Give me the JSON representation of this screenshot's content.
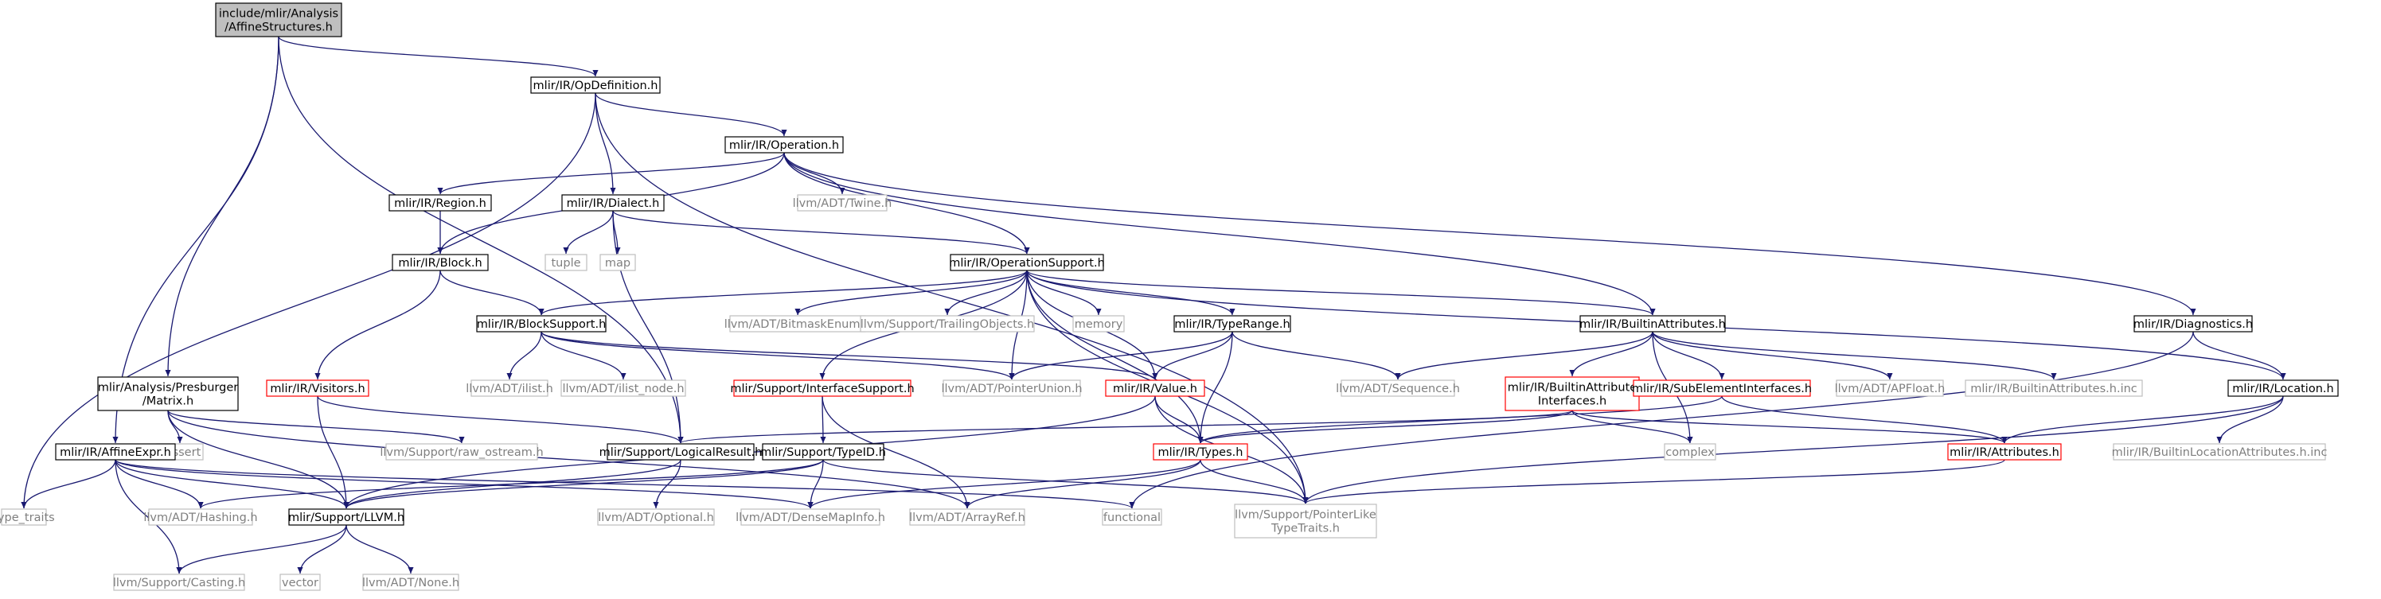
{
  "colors": {
    "edge": "#191970",
    "node_border": "#000000",
    "node_text": "#000000",
    "root_fill": "#bfbfbf",
    "missing_border": "#bfbfbf",
    "missing_text": "#7f7f7f",
    "truncated_border": "#ff0000"
  },
  "nodes": [
    {
      "id": "root",
      "lines": [
        "include/mlir/Analysis",
        "/AffineStructures.h"
      ],
      "style": "root"
    },
    {
      "id": "opdef",
      "lines": [
        "mlir/IR/OpDefinition.h"
      ],
      "style": "normal"
    },
    {
      "id": "operation",
      "lines": [
        "mlir/IR/Operation.h"
      ],
      "style": "normal"
    },
    {
      "id": "twine",
      "lines": [
        "llvm/ADT/Twine.h"
      ],
      "style": "missing"
    },
    {
      "id": "region",
      "lines": [
        "mlir/IR/Region.h"
      ],
      "style": "normal"
    },
    {
      "id": "dialect",
      "lines": [
        "mlir/IR/Dialect.h"
      ],
      "style": "normal"
    },
    {
      "id": "tuple",
      "lines": [
        "tuple"
      ],
      "style": "missing"
    },
    {
      "id": "map",
      "lines": [
        "map"
      ],
      "style": "missing"
    },
    {
      "id": "block",
      "lines": [
        "mlir/IR/Block.h"
      ],
      "style": "normal"
    },
    {
      "id": "opsupport",
      "lines": [
        "mlir/IR/OperationSupport.h"
      ],
      "style": "normal"
    },
    {
      "id": "blocksupport",
      "lines": [
        "mlir/IR/BlockSupport.h"
      ],
      "style": "normal"
    },
    {
      "id": "bitmask",
      "lines": [
        "llvm/ADT/BitmaskEnum.h"
      ],
      "style": "missing"
    },
    {
      "id": "trailing",
      "lines": [
        "llvm/Support/TrailingObjects.h"
      ],
      "style": "missing"
    },
    {
      "id": "memory",
      "lines": [
        "memory"
      ],
      "style": "missing"
    },
    {
      "id": "typerange",
      "lines": [
        "mlir/IR/TypeRange.h"
      ],
      "style": "normal"
    },
    {
      "id": "builtinattrs",
      "lines": [
        "mlir/IR/BuiltinAttributes.h"
      ],
      "style": "normal"
    },
    {
      "id": "diagnostics",
      "lines": [
        "mlir/IR/Diagnostics.h"
      ],
      "style": "normal"
    },
    {
      "id": "presburger",
      "lines": [
        "mlir/Analysis/Presburger",
        "/Matrix.h"
      ],
      "style": "normal"
    },
    {
      "id": "visitors",
      "lines": [
        "mlir/IR/Visitors.h"
      ],
      "style": "truncated"
    },
    {
      "id": "ilist",
      "lines": [
        "llvm/ADT/ilist.h"
      ],
      "style": "missing"
    },
    {
      "id": "ilistnode",
      "lines": [
        "llvm/ADT/ilist_node.h"
      ],
      "style": "missing"
    },
    {
      "id": "ifacesupport",
      "lines": [
        "mlir/Support/InterfaceSupport.h"
      ],
      "style": "truncated"
    },
    {
      "id": "ptrunion",
      "lines": [
        "llvm/ADT/PointerUnion.h"
      ],
      "style": "missing"
    },
    {
      "id": "value",
      "lines": [
        "mlir/IR/Value.h"
      ],
      "style": "truncated"
    },
    {
      "id": "sequence",
      "lines": [
        "llvm/ADT/Sequence.h"
      ],
      "style": "missing"
    },
    {
      "id": "builtinattrifaces",
      "lines": [
        "mlir/IR/BuiltinAttribute",
        "Interfaces.h"
      ],
      "style": "truncated"
    },
    {
      "id": "subelem",
      "lines": [
        "mlir/IR/SubElementInterfaces.h"
      ],
      "style": "truncated"
    },
    {
      "id": "apfloat",
      "lines": [
        "llvm/ADT/APFloat.h"
      ],
      "style": "missing"
    },
    {
      "id": "builtinattrsinc",
      "lines": [
        "mlir/IR/BuiltinAttributes.h.inc"
      ],
      "style": "missing"
    },
    {
      "id": "location",
      "lines": [
        "mlir/IR/Location.h"
      ],
      "style": "normal"
    },
    {
      "id": "cassert",
      "lines": [
        "cassert"
      ],
      "style": "missing"
    },
    {
      "id": "rawostream",
      "lines": [
        "llvm/Support/raw_ostream.h"
      ],
      "style": "missing"
    },
    {
      "id": "logicalresult",
      "lines": [
        "mlir/Support/LogicalResult.h"
      ],
      "style": "normal"
    },
    {
      "id": "typeid",
      "lines": [
        "mlir/Support/TypeID.h"
      ],
      "style": "normal"
    },
    {
      "id": "types",
      "lines": [
        "mlir/IR/Types.h"
      ],
      "style": "truncated"
    },
    {
      "id": "complex",
      "lines": [
        "complex"
      ],
      "style": "missing"
    },
    {
      "id": "attributes",
      "lines": [
        "mlir/IR/Attributes.h"
      ],
      "style": "truncated"
    },
    {
      "id": "builtinlocinc",
      "lines": [
        "mlir/IR/BuiltinLocationAttributes.h.inc"
      ],
      "style": "missing"
    },
    {
      "id": "affineexpr",
      "lines": [
        "mlir/IR/AffineExpr.h"
      ],
      "style": "normal"
    },
    {
      "id": "typetraits",
      "lines": [
        "type_traits"
      ],
      "style": "missing"
    },
    {
      "id": "hashing",
      "lines": [
        "llvm/ADT/Hashing.h"
      ],
      "style": "missing"
    },
    {
      "id": "llvm",
      "lines": [
        "mlir/Support/LLVM.h"
      ],
      "style": "normal"
    },
    {
      "id": "optional",
      "lines": [
        "llvm/ADT/Optional.h"
      ],
      "style": "missing"
    },
    {
      "id": "densemapinfo",
      "lines": [
        "llvm/ADT/DenseMapInfo.h"
      ],
      "style": "missing"
    },
    {
      "id": "arrayref",
      "lines": [
        "llvm/ADT/ArrayRef.h"
      ],
      "style": "missing"
    },
    {
      "id": "functional",
      "lines": [
        "functional"
      ],
      "style": "missing"
    },
    {
      "id": "ptrliketypetraits",
      "lines": [
        "llvm/Support/PointerLike",
        "TypeTraits.h"
      ],
      "style": "missing"
    },
    {
      "id": "casting",
      "lines": [
        "llvm/Support/Casting.h"
      ],
      "style": "missing"
    },
    {
      "id": "vector",
      "lines": [
        "vector"
      ],
      "style": "missing"
    },
    {
      "id": "none",
      "lines": [
        "llvm/ADT/None.h"
      ],
      "style": "missing"
    }
  ],
  "edges": [
    [
      "root",
      "opdef"
    ],
    [
      "root",
      "presburger"
    ],
    [
      "root",
      "affineexpr"
    ],
    [
      "root",
      "logicalresult"
    ],
    [
      "opdef",
      "operation"
    ],
    [
      "opdef",
      "dialect"
    ],
    [
      "opdef",
      "typetraits"
    ],
    [
      "opdef",
      "ptrliketypetraits"
    ],
    [
      "operation",
      "region"
    ],
    [
      "operation",
      "block"
    ],
    [
      "operation",
      "twine"
    ],
    [
      "operation",
      "opsupport"
    ],
    [
      "operation",
      "builtinattrs"
    ],
    [
      "operation",
      "diagnostics"
    ],
    [
      "region",
      "block"
    ],
    [
      "dialect",
      "tuple"
    ],
    [
      "dialect",
      "map"
    ],
    [
      "dialect",
      "opsupport"
    ],
    [
      "dialect",
      "logicalresult"
    ],
    [
      "block",
      "blocksupport"
    ],
    [
      "block",
      "visitors"
    ],
    [
      "opsupport",
      "blocksupport"
    ],
    [
      "opsupport",
      "bitmask"
    ],
    [
      "opsupport",
      "trailing"
    ],
    [
      "opsupport",
      "memory"
    ],
    [
      "opsupport",
      "typerange"
    ],
    [
      "opsupport",
      "builtinattrs"
    ],
    [
      "opsupport",
      "location"
    ],
    [
      "opsupport",
      "ifacesupport"
    ],
    [
      "opsupport",
      "ptrunion"
    ],
    [
      "opsupport",
      "value"
    ],
    [
      "opsupport",
      "types"
    ],
    [
      "opsupport",
      "ptrliketypetraits"
    ],
    [
      "blocksupport",
      "ilist"
    ],
    [
      "blocksupport",
      "ilistnode"
    ],
    [
      "blocksupport",
      "ptrunion"
    ],
    [
      "blocksupport",
      "value"
    ],
    [
      "typerange",
      "ptrunion"
    ],
    [
      "typerange",
      "value"
    ],
    [
      "typerange",
      "types"
    ],
    [
      "typerange",
      "sequence"
    ],
    [
      "builtinattrs",
      "sequence"
    ],
    [
      "builtinattrs",
      "builtinattrifaces"
    ],
    [
      "builtinattrs",
      "subelem"
    ],
    [
      "builtinattrs",
      "apfloat"
    ],
    [
      "builtinattrs",
      "builtinattrsinc"
    ],
    [
      "builtinattrs",
      "complex"
    ],
    [
      "diagnostics",
      "location"
    ],
    [
      "diagnostics",
      "functional"
    ],
    [
      "presburger",
      "cassert"
    ],
    [
      "presburger",
      "rawostream"
    ],
    [
      "presburger",
      "llvm"
    ],
    [
      "presburger",
      "arrayref"
    ],
    [
      "visitors",
      "llvm"
    ],
    [
      "visitors",
      "logicalresult"
    ],
    [
      "ifacesupport",
      "typeid"
    ],
    [
      "ifacesupport",
      "arrayref"
    ],
    [
      "value",
      "types"
    ],
    [
      "value",
      "llvm"
    ],
    [
      "value",
      "ptrliketypetraits"
    ],
    [
      "builtinattrifaces",
      "types"
    ],
    [
      "builtinattrifaces",
      "attributes"
    ],
    [
      "builtinattrifaces",
      "logicalresult"
    ],
    [
      "builtinattrifaces",
      "complex"
    ],
    [
      "subelem",
      "attributes"
    ],
    [
      "subelem",
      "types"
    ],
    [
      "location",
      "attributes"
    ],
    [
      "location",
      "builtinlocinc"
    ],
    [
      "location",
      "ptrliketypetraits"
    ],
    [
      "logicalresult",
      "llvm"
    ],
    [
      "logicalresult",
      "optional"
    ],
    [
      "typeid",
      "llvm"
    ],
    [
      "typeid",
      "hashing"
    ],
    [
      "typeid",
      "densemapinfo"
    ],
    [
      "typeid",
      "ptrliketypetraits"
    ],
    [
      "types",
      "densemapinfo"
    ],
    [
      "types",
      "arrayref"
    ],
    [
      "types",
      "ptrliketypetraits"
    ],
    [
      "attributes",
      "ptrliketypetraits"
    ],
    [
      "affineexpr",
      "llvm"
    ],
    [
      "affineexpr",
      "hashing"
    ],
    [
      "affineexpr",
      "casting"
    ],
    [
      "affineexpr",
      "typetraits"
    ],
    [
      "affineexpr",
      "functional"
    ],
    [
      "affineexpr",
      "densemapinfo"
    ],
    [
      "llvm",
      "casting"
    ],
    [
      "llvm",
      "vector"
    ],
    [
      "llvm",
      "none"
    ]
  ]
}
